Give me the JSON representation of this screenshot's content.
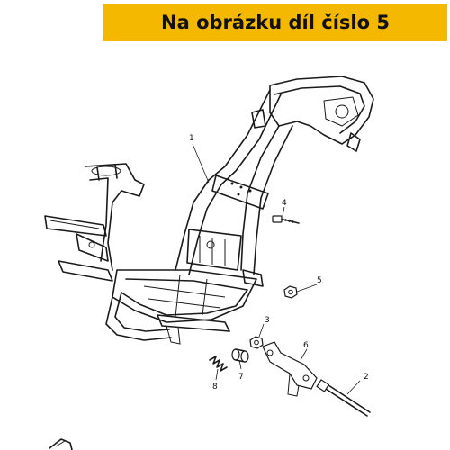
{
  "banner": {
    "text": "Na obrázku díl číslo 5",
    "background": "#f5b800"
  },
  "callouts": {
    "c1": "1",
    "c2": "2",
    "c3": "3",
    "c4": "4",
    "c5": "5",
    "c6": "6",
    "c7": "7",
    "c8": "8"
  }
}
